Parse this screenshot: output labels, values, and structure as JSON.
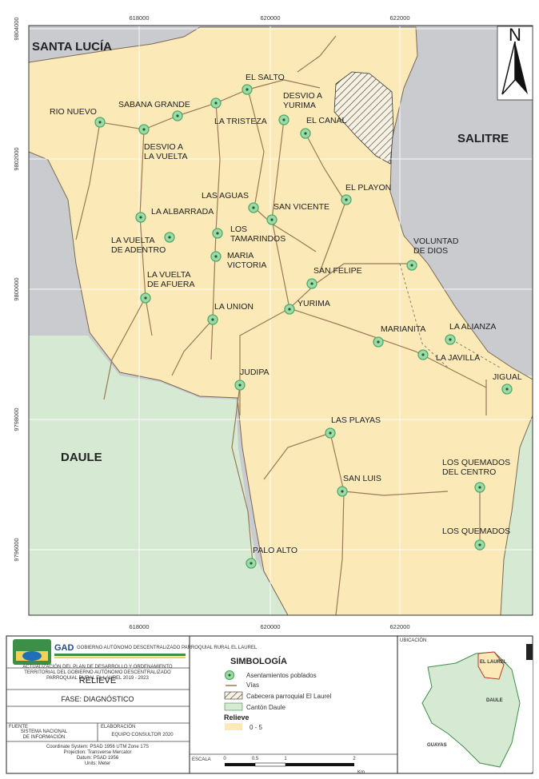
{
  "map": {
    "regions": [
      {
        "label": "SANTA LUCÍA"
      },
      {
        "label": "SALITRE"
      },
      {
        "label": "DAULE"
      }
    ],
    "coords": {
      "top": [
        "618000",
        "620000",
        "622000"
      ],
      "bottom": [
        "618000",
        "620000",
        "622000"
      ],
      "left": [
        "9804000",
        "9802000",
        "9800000",
        "9798000",
        "9796000"
      ]
    },
    "north": "N",
    "settlements": [
      {
        "label": "EL SALTO"
      },
      {
        "label": "DESVIO A YURIMA",
        "lines": [
          "DESVIO A",
          "YURIMA"
        ]
      },
      {
        "label": "RIO NUEVO"
      },
      {
        "label": "SABANA GRANDE"
      },
      {
        "label": "LA TRISTEZA"
      },
      {
        "label": "EL CANAL"
      },
      {
        "label": "DESVIO A LA VUELTA",
        "lines": [
          "DESVIO A",
          "LA VUELTA"
        ]
      },
      {
        "label": "EL PLAYON"
      },
      {
        "label": "LAS AGUAS"
      },
      {
        "label": "SAN VICENTE"
      },
      {
        "label": "LA ALBARRADA"
      },
      {
        "label": "LOS TAMARINDOS",
        "lines": [
          "LOS",
          "TAMARINDOS"
        ]
      },
      {
        "label": "LA VUELTA DE ADENTRO",
        "lines": [
          "LA VUELTA",
          "DE ADENTRO"
        ]
      },
      {
        "label": "VOLUNTAD DE DIOS",
        "lines": [
          "VOLUNTAD",
          "DE DIOS"
        ]
      },
      {
        "label": "MARIA VICTORIA",
        "lines": [
          "MARIA",
          "VICTORIA"
        ]
      },
      {
        "label": "SAN FELIPE"
      },
      {
        "label": "LA VUELTA DE AFUERA",
        "lines": [
          "LA VUELTA",
          "DE AFUERA"
        ]
      },
      {
        "label": "YURIMA"
      },
      {
        "label": "LA UNION"
      },
      {
        "label": "LA ALIANZA"
      },
      {
        "label": "MARIANITA"
      },
      {
        "label": "LA JAVILLA"
      },
      {
        "label": "JIGUAL"
      },
      {
        "label": "JUDIPA"
      },
      {
        "label": "LAS PLAYAS"
      },
      {
        "label": "SAN LUIS"
      },
      {
        "label": "LOS QUEMADOS DEL CENTRO",
        "lines": [
          "LOS QUEMADOS",
          "DEL CENTRO"
        ]
      },
      {
        "label": "LOS QUEMADOS"
      },
      {
        "label": "PALO ALTO"
      }
    ]
  },
  "panel": {
    "gad": "GAD",
    "gad_sub": "GOBIERNO AUTÓNOMO DESCENTRALIZADO PARROQUIAL RURAL EL LAUREL",
    "project_lines": [
      "ACTUALIZACIÓN DEL PLAN DE DESARROLLO Y ORDENAMIENTO",
      "TERRITORIAL DEL GOBIERNO AUTÓNOMO DESCENTRALIZADO",
      "PARROQUIAL RURAL EL LAUREL 2019 - 2023"
    ],
    "title": "RELIEVE",
    "phase": "FASE: DIAGNÓSTICO",
    "fuente_label": "FUENTE",
    "fuente_lines": [
      "SISTEMA NACIONAL",
      "DE INFORMACIÓN"
    ],
    "elab_label": "ELABORACIÓN",
    "elab_value": "EQUIPO CONSULTOR 2020",
    "proj_lines": [
      "Coordinate System: PSAD 1956 UTM Zone 17S",
      "Projection: Transverse Mercator",
      "Datum: PSAD 1956",
      "Units: Meter"
    ],
    "escala": "ESCALA",
    "legend": {
      "title": "SIMBOLOGÍA",
      "items": [
        "Asentamientos poblados",
        "Vías",
        "Cabecera parroquial El Laurel",
        "Cantón Daule"
      ],
      "relieve_title": "Relieve",
      "relieve_item": "0 - 5"
    },
    "scale_ticks": [
      "0",
      "0.5",
      "1",
      "2"
    ],
    "scale_unit": "Km",
    "ubicacion": {
      "title": "UBICACIÓN",
      "el_laurel": "EL LAUREL",
      "daule": "DAULE",
      "guayas": "GUAYAS"
    }
  },
  "colors": {
    "parish": "#fbe9b7",
    "outside_gray": "#c9cbce",
    "daule_green": "#d5e9d3",
    "settlement_green": "#4cae67",
    "road_brown": "#9a7a57"
  }
}
